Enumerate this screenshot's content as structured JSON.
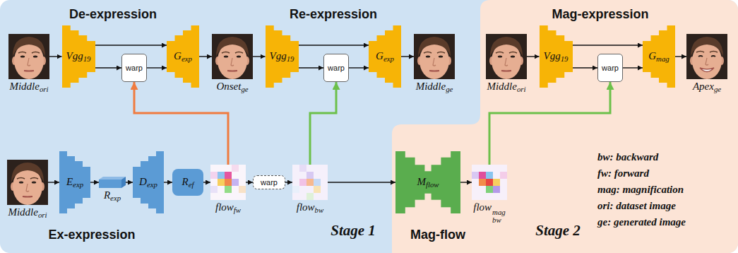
{
  "diagram": {
    "nodes": [
      {
        "text": [
          "Middle",
          "ori"
        ]
      },
      {
        "text": [
          "Vgg",
          "19"
        ]
      },
      {
        "text": [
          "warp"
        ]
      },
      {
        "text": [
          "G",
          "exp"
        ]
      },
      {
        "text": [
          "Onset",
          "ge"
        ]
      },
      {
        "text": [
          "Vgg",
          "19"
        ]
      },
      {
        "text": [
          "warp"
        ]
      },
      {
        "text": [
          "G",
          "exp"
        ]
      },
      {
        "text": [
          "Middle",
          "ge"
        ]
      },
      {
        "text": [
          "Middle",
          "ori"
        ]
      },
      {
        "text": [
          "Vgg",
          "19"
        ]
      },
      {
        "text": [
          "warp"
        ]
      },
      {
        "text": [
          "G",
          "mag"
        ]
      },
      {
        "text": [
          "Apex",
          "ge"
        ]
      },
      {
        "text": [
          "Middle",
          "ori"
        ]
      },
      {
        "text": [
          "E",
          "exp"
        ]
      },
      {
        "text": [
          "R",
          "exp"
        ]
      },
      {
        "text": [
          "D",
          "exp"
        ]
      },
      {
        "text": [
          "R",
          "ef"
        ]
      },
      {
        "text": [
          "flow",
          "fw"
        ]
      },
      {
        "text": [
          "warp"
        ]
      },
      {
        "text": [
          "flow",
          "bw"
        ]
      },
      {
        "text": [
          "M",
          "flow"
        ]
      },
      {
        "text": [
          "flow",
          "bw",
          "mag"
        ]
      }
    ],
    "edges": [
      {
        "from": 0,
        "to": 1,
        "arrow": "to"
      },
      {
        "from": 1,
        "to": 3,
        "arrow": "to"
      },
      {
        "from": 1,
        "to": 2,
        "arrow": "to"
      },
      {
        "from": 2,
        "to": 3,
        "arrow": "to"
      },
      {
        "from": 3,
        "to": 4,
        "arrow": "to"
      },
      {
        "from": 4,
        "to": 5,
        "arrow": "to"
      },
      {
        "from": 5,
        "to": 7,
        "arrow": "to"
      },
      {
        "from": 5,
        "to": 6,
        "arrow": "to"
      },
      {
        "from": 6,
        "to": 7,
        "arrow": "to"
      },
      {
        "from": 7,
        "to": 8,
        "arrow": "to"
      },
      {
        "from": 9,
        "to": 10,
        "arrow": "to"
      },
      {
        "from": 10,
        "to": 12,
        "arrow": "to"
      },
      {
        "from": 10,
        "to": 11,
        "arrow": "to"
      },
      {
        "from": 11,
        "to": 12,
        "arrow": "to"
      },
      {
        "from": 12,
        "to": 13,
        "arrow": "to"
      },
      {
        "from": 14,
        "to": 15,
        "arrow": "to"
      },
      {
        "from": 15,
        "to": 16,
        "arrow": "to"
      },
      {
        "from": 16,
        "to": 17,
        "arrow": "to"
      },
      {
        "from": 17,
        "to": 18,
        "arrow": "to"
      },
      {
        "from": 18,
        "to": 19,
        "arrow": "to"
      },
      {
        "from": 19,
        "to": 20,
        "arrow": "to"
      },
      {
        "from": 20,
        "to": 21,
        "arrow": "to"
      },
      {
        "from": 21,
        "to": 22,
        "arrow": "to"
      },
      {
        "from": 22,
        "to": 23,
        "arrow": "to"
      },
      {
        "from": 19,
        "to": 2,
        "arrow": "to"
      },
      {
        "from": 21,
        "to": 6,
        "arrow": "to"
      },
      {
        "from": 23,
        "to": 11,
        "arrow": "to"
      }
    ],
    "labels": [
      "De-expression",
      "Re-expression",
      "Mag-expression",
      "Ex-expression",
      "Stage 1",
      "Mag-flow",
      "Stage 2",
      "bw: backward",
      "fw: forward",
      "mag: magnification",
      "ori: dataset image",
      "ge: generated image"
    ]
  }
}
